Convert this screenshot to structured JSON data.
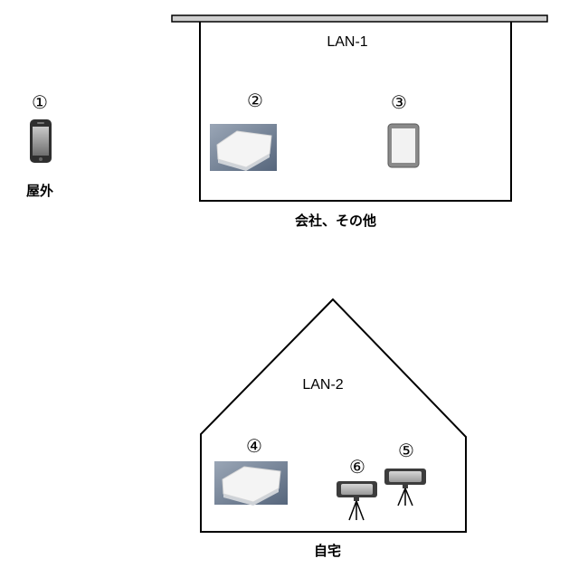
{
  "outdoor": {
    "number": "①",
    "label": "屋外",
    "device_icon": "smartphone-icon"
  },
  "office": {
    "network_label": "LAN-1",
    "label": "会社、その他",
    "router": {
      "number": "②",
      "icon": "wifi-router-icon"
    },
    "tablet": {
      "number": "③",
      "icon": "tablet-icon"
    }
  },
  "home": {
    "network_label": "LAN-2",
    "label": "自宅",
    "router": {
      "number": "④",
      "icon": "wifi-router-icon"
    },
    "camera_a": {
      "number": "⑤",
      "icon": "camera-on-tripod-icon"
    },
    "camera_b": {
      "number": "⑥",
      "icon": "camera-on-tripod-icon"
    }
  }
}
